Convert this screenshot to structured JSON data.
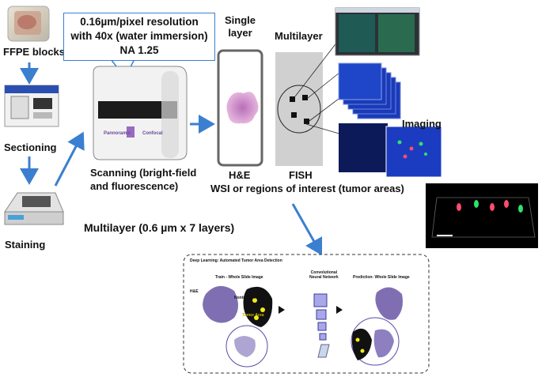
{
  "labels": {
    "ffpe_blocks": "FFPE blocks",
    "sectioning": "Sectioning",
    "staining": "Staining",
    "scanning": "Scanning (bright-field\nand fluorescence)",
    "multilayer_spec": "Multilayer (0.6 µm x 7 layers)",
    "single_layer": "Single\nlayer",
    "multilayer": "Multilayer",
    "he": "H&E",
    "fish": "FISH",
    "wsi": "WSI or regions of interest (tumor areas)",
    "imaging": "Imaging"
  },
  "callout": {
    "line1": "0.16µm/pixel resolution",
    "line2": "with 40x (water immersion)",
    "line3": "NA 1.25"
  },
  "scanner_brand": {
    "left": "Pannoramic",
    "right": "Confocal"
  },
  "deep_learning": {
    "title": "Deep Learning: Automated Tumor Area Detection",
    "train": "Train - Whole Slide Image",
    "cnn": "Convolutional\nNeural Network",
    "predict": "Prediction- Whole Slide Image",
    "he": "H&E",
    "nontumor": "Nontumor Area",
    "tumor": "Tumor Area"
  },
  "colors": {
    "arrow": "#3b7fd0",
    "fish_bg": "#d0d0d0",
    "he_pink": "#c47bc4",
    "fluor_blue": "#1a3bb8"
  }
}
